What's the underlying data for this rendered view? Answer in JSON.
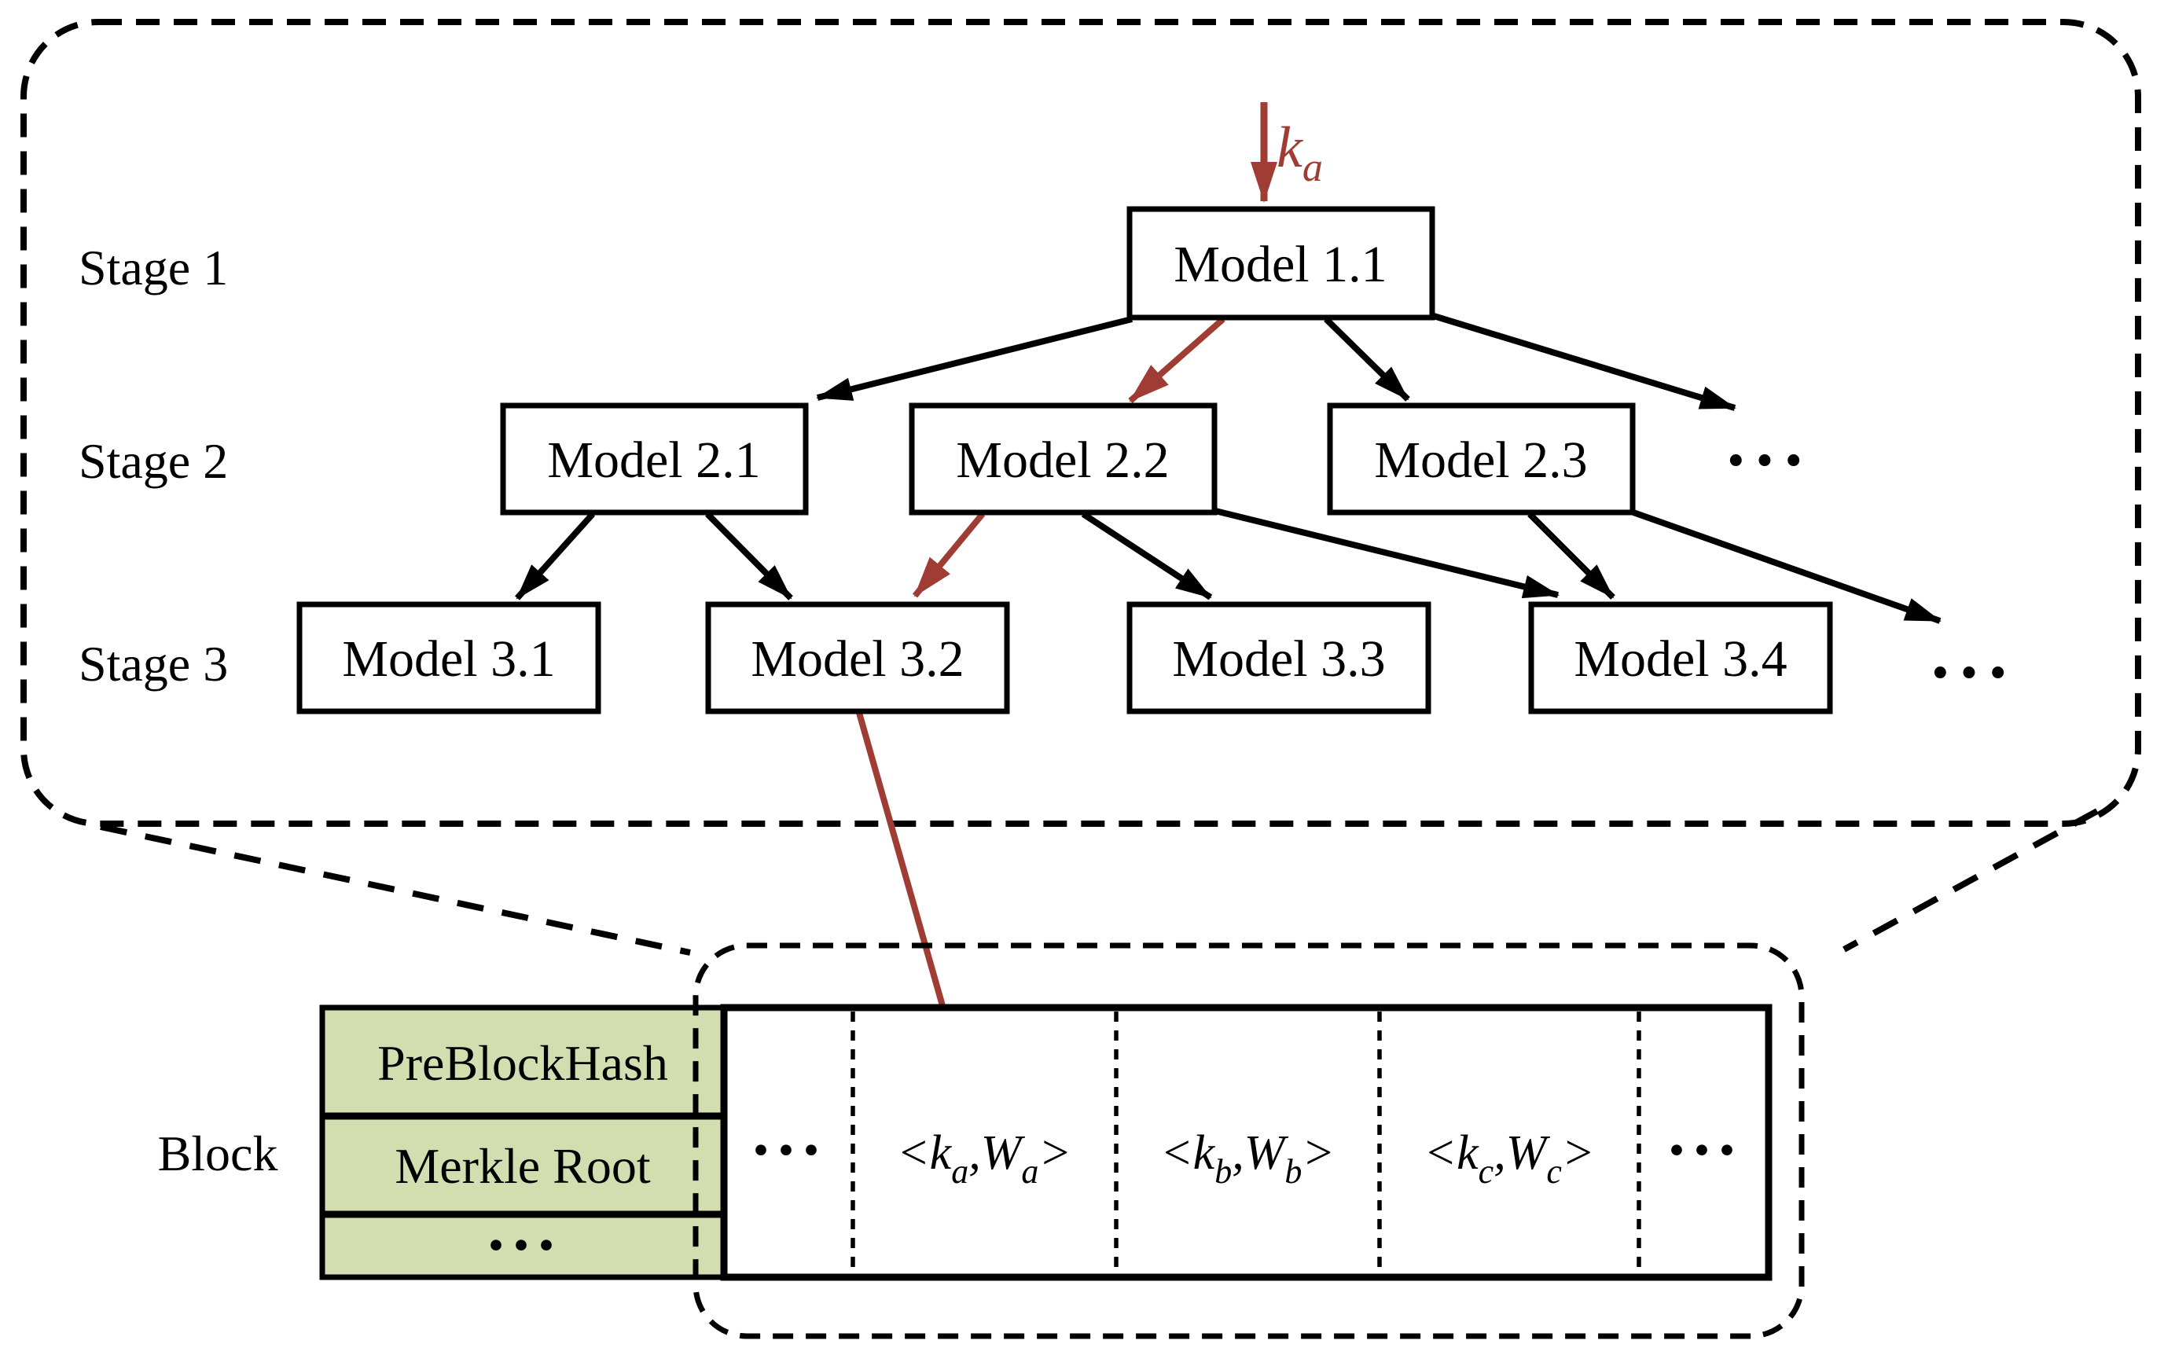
{
  "colors": {
    "accent_red": "#9F3C33",
    "header_green_fill": "#D2DEB0",
    "line_black": "#000000",
    "background": "#FFFFFF"
  },
  "tree": {
    "input_key": {
      "base": "k",
      "sub": "a"
    },
    "stage_labels": [
      "Stage 1",
      "Stage 2",
      "Stage 3"
    ],
    "nodes": {
      "m1_1": "Model 1.1",
      "m2_1": "Model 2.1",
      "m2_2": "Model 2.2",
      "m2_3": "Model 2.3",
      "m3_1": "Model 3.1",
      "m3_2": "Model 3.2",
      "m3_3": "Model 3.3",
      "m3_4": "Model 3.4"
    },
    "stage2_ellipsis": "···",
    "stage3_ellipsis": "···"
  },
  "block": {
    "label": "Block",
    "header_rows": {
      "row1": "PreBlockHash",
      "row2": "Merkle Root",
      "row3": "···"
    },
    "tx": {
      "lead_ellipsis": "···",
      "pairs": [
        {
          "open": "<",
          "k": "k",
          "ksub": "a",
          "mid": ",",
          "w": "W",
          "wsub": "a",
          "close": ">"
        },
        {
          "open": "<",
          "k": "k",
          "ksub": "b",
          "mid": ",",
          "w": "W",
          "wsub": "b",
          "close": ">"
        },
        {
          "open": "<",
          "k": "k",
          "ksub": "c",
          "mid": ",",
          "w": "W",
          "wsub": "c",
          "close": ">"
        }
      ],
      "tail_ellipsis": "···"
    }
  }
}
